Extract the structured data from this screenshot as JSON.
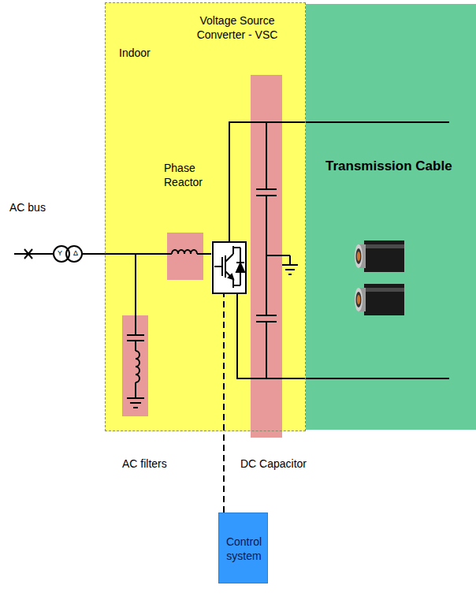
{
  "diagram": {
    "nodes": [
      {
        "text": [
          "Indoor"
        ]
      },
      {
        "text": [
          "Voltage Source Converter - VSC"
        ],
        "in": 0
      },
      {
        "text": [
          "Transmission Cable"
        ]
      },
      {
        "text": [
          "Control system"
        ]
      }
    ],
    "edges": [
      {
        "from": 1,
        "to": 2,
        "arrow": "none"
      },
      {
        "from": 1,
        "to": 2,
        "arrow": "none"
      },
      {
        "from": 3,
        "to": 1,
        "arrow": "none"
      }
    ],
    "labels": [
      "AC bus",
      "Phase Reactor",
      "AC filters",
      "DC Capacitor",
      "Y",
      "Δ"
    ]
  }
}
